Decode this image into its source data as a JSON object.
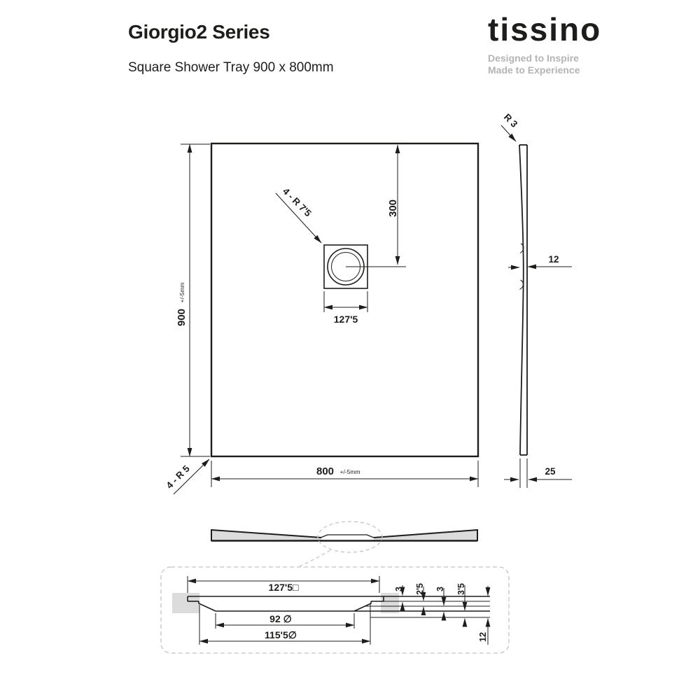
{
  "header": {
    "title": "Giorgio2 Series",
    "subtitle": "Square Shower Tray 900 x 800mm"
  },
  "brand": {
    "logo_text": "tissino",
    "tagline_line1": "Designed to Inspire",
    "tagline_line2": "Made to Experience"
  },
  "colors": {
    "line": "#1d1d1b",
    "section_fill": "#dcdcdc",
    "callout_gray": "#c4c4c4",
    "tagline_gray": "#b4b4b4"
  },
  "plan_view": {
    "height_value": "900",
    "height_tolerance": "+/-5mm",
    "width_value": "800",
    "width_tolerance": "+/-5mm",
    "corner_radius_label": "4 - R 5",
    "drain_radius_label": "4 - R 7'5",
    "drain_offset_label": "300",
    "drain_width_label": "127'5"
  },
  "side_view": {
    "top_radius_label": "R 3",
    "center_thickness_label": "12",
    "edge_thickness_label": "25"
  },
  "detail_view": {
    "plate_square_label": "127'5□",
    "inner_diameter_label": "92 ∅",
    "outer_diameter_label": "115'5∅",
    "step1_label": "3",
    "step2_label": "2'5",
    "step3_label": "3",
    "step4_label": "3'5",
    "total_depth_label": "12"
  }
}
